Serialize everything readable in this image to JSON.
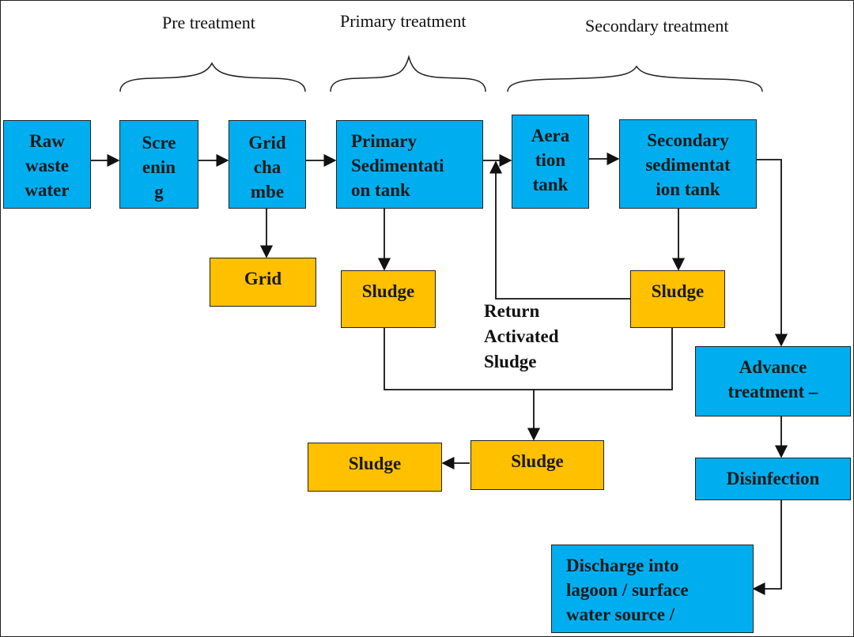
{
  "phases": {
    "pre": "Pre treatment",
    "primary": "Primary treatment",
    "secondary": "Secondary treatment"
  },
  "boxes": {
    "raw": [
      "Raw",
      "waste",
      "water"
    ],
    "screening": [
      "Scre",
      "enin",
      "g"
    ],
    "grid_chamber": [
      "Grid",
      "cha",
      "mbe"
    ],
    "primary_sed": [
      "Primary",
      "Sedimentati",
      "on tank"
    ],
    "aeration": [
      "Aera",
      "tion",
      "tank"
    ],
    "secondary_sed": [
      "Secondary",
      "sedimentat",
      "ion tank"
    ],
    "grid_out": [
      "Grid"
    ],
    "sludge_primary": [
      "Sludge"
    ],
    "sludge_secondary": [
      "Sludge"
    ],
    "advance": [
      "Advance",
      "treatment –"
    ],
    "disinfection": [
      "Disinfection"
    ],
    "sludge_final": [
      "Sludge"
    ],
    "sludge_mid": [
      "Sludge"
    ],
    "discharge": [
      "Discharge into",
      "lagoon / surface",
      "water source /"
    ]
  },
  "return_label": [
    "Return",
    "Activated",
    "Sludge"
  ],
  "colors": {
    "process_box": "#00aeef",
    "sludge_box": "#ffc000",
    "line": "#111111"
  }
}
